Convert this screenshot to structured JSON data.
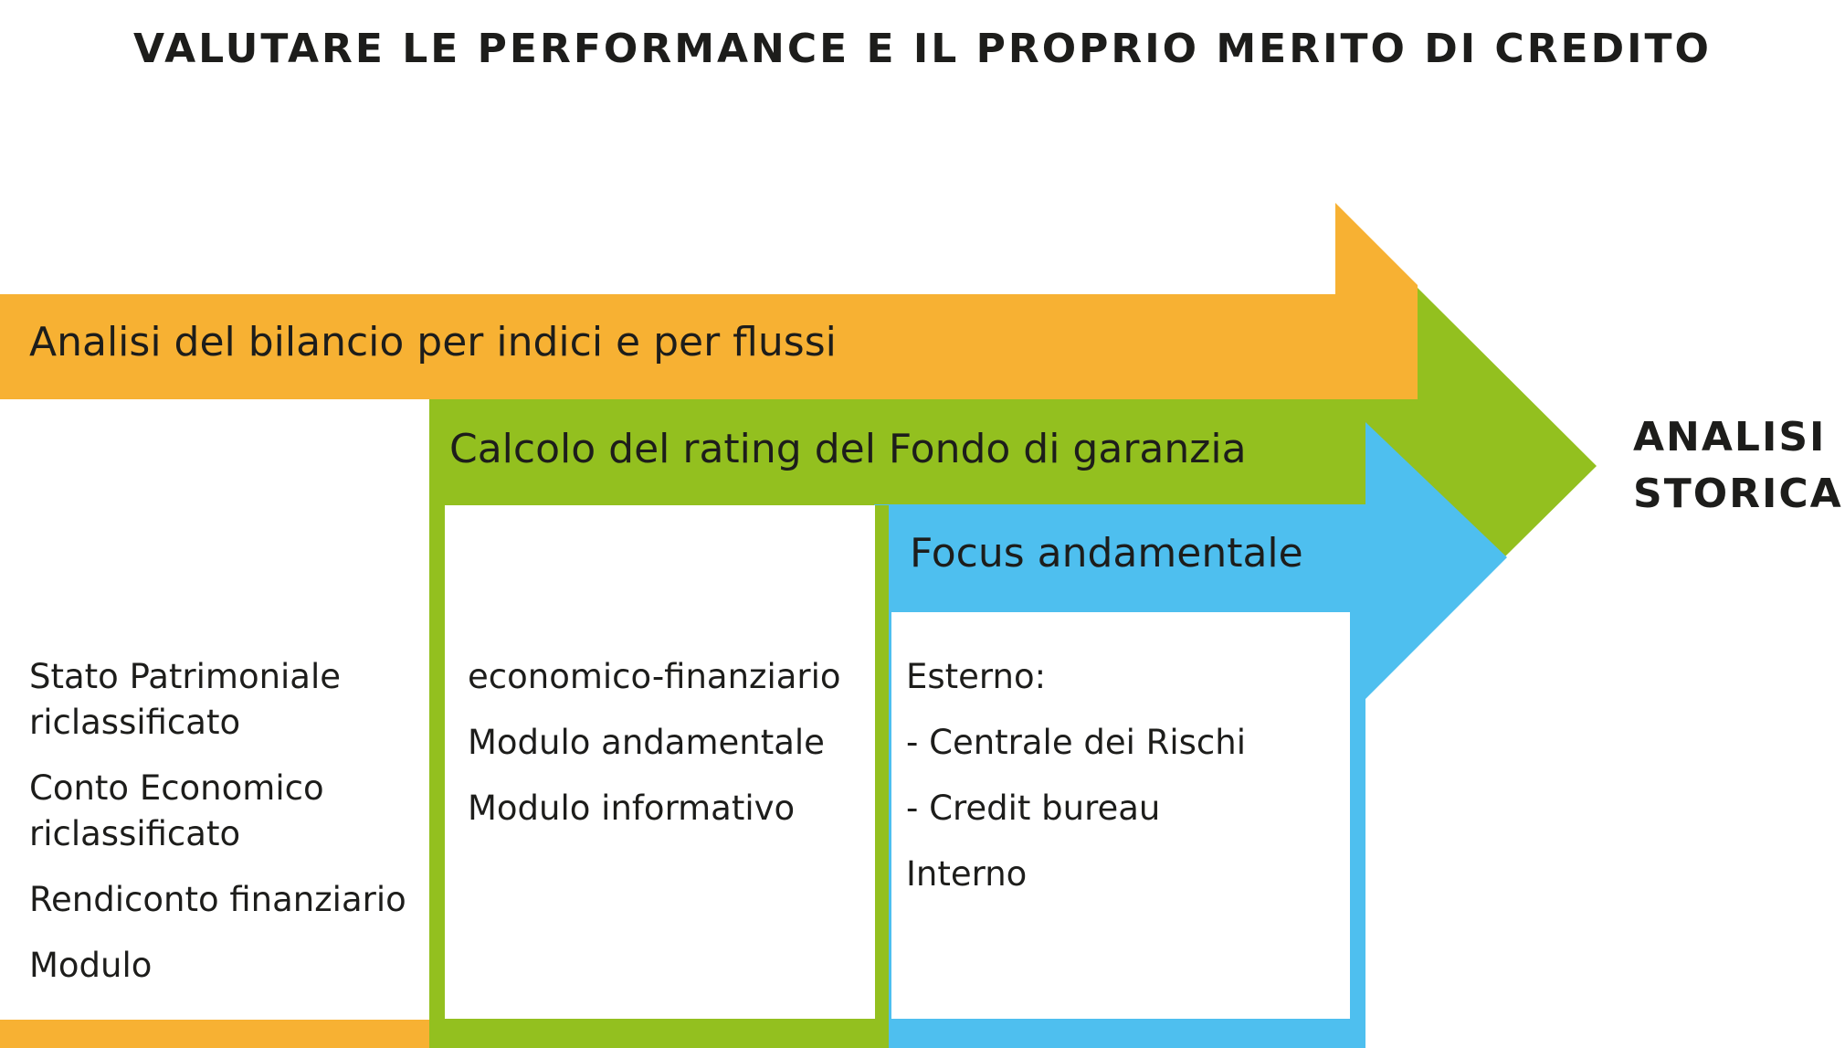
{
  "title": "VALUTARE LE PERFORMANCE E IL PROPRIO MERITO DI CREDITO",
  "side_label": {
    "line1": "ANALISI",
    "line2": "STORICA"
  },
  "bands": [
    {
      "label": "Analisi del bilancio per indici e per flussi",
      "color": "#f7b133",
      "items": [
        "Stato Patrimoniale riclassificato",
        "Conto Economico riclassificato",
        "Rendiconto finanziario",
        "Modulo"
      ]
    },
    {
      "label": "Calcolo del rating del Fondo di garanzia",
      "color": "#93c01f",
      "items": [
        "economico-finanziario",
        "Modulo andamentale",
        "Modulo informativo"
      ]
    },
    {
      "label": "Focus andamentale",
      "color": "#4ebfef",
      "items": [
        "Esterno:",
        "- Centrale dei Rischi",
        "- Credit bureau",
        "Interno"
      ]
    }
  ]
}
